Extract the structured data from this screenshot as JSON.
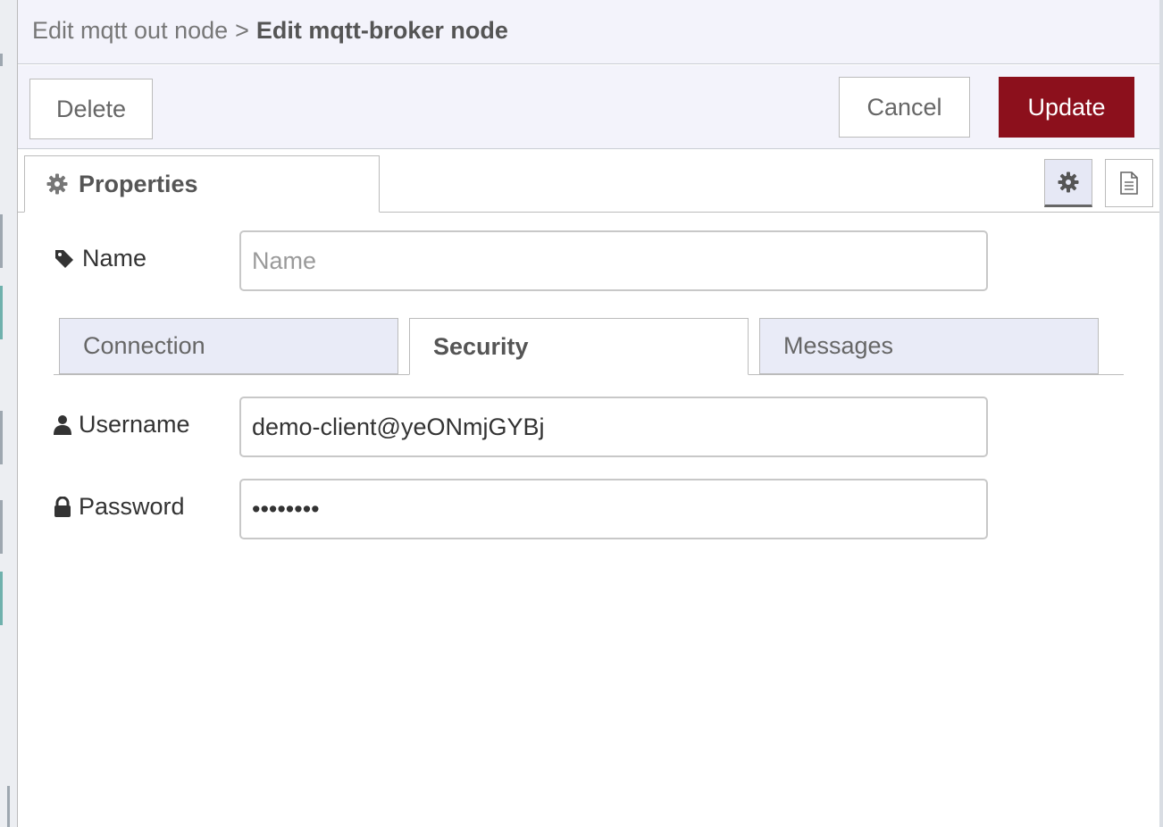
{
  "breadcrumb": {
    "parent": "Edit mqtt out node",
    "separator": ">",
    "current": "Edit mqtt-broker node"
  },
  "toolbar": {
    "delete_label": "Delete",
    "cancel_label": "Cancel",
    "update_label": "Update"
  },
  "tabs": {
    "properties_label": "Properties",
    "icons": [
      "gear-icon",
      "document-icon"
    ]
  },
  "name_field": {
    "label": "Name",
    "placeholder": "Name",
    "value": "",
    "icon": "tag-icon"
  },
  "subtabs": [
    {
      "label": "Connection",
      "active": false
    },
    {
      "label": "Security",
      "active": true
    },
    {
      "label": "Messages",
      "active": false
    }
  ],
  "username_field": {
    "label": "Username",
    "value": "demo-client@yeONmjGYBj",
    "icon": "user-icon"
  },
  "password_field": {
    "label": "Password",
    "value": "password",
    "icon": "lock-icon"
  },
  "colors": {
    "accent": "#8c101c",
    "header_bg": "#f3f3fb",
    "subtab_inactive_bg": "#e9ebf7"
  }
}
